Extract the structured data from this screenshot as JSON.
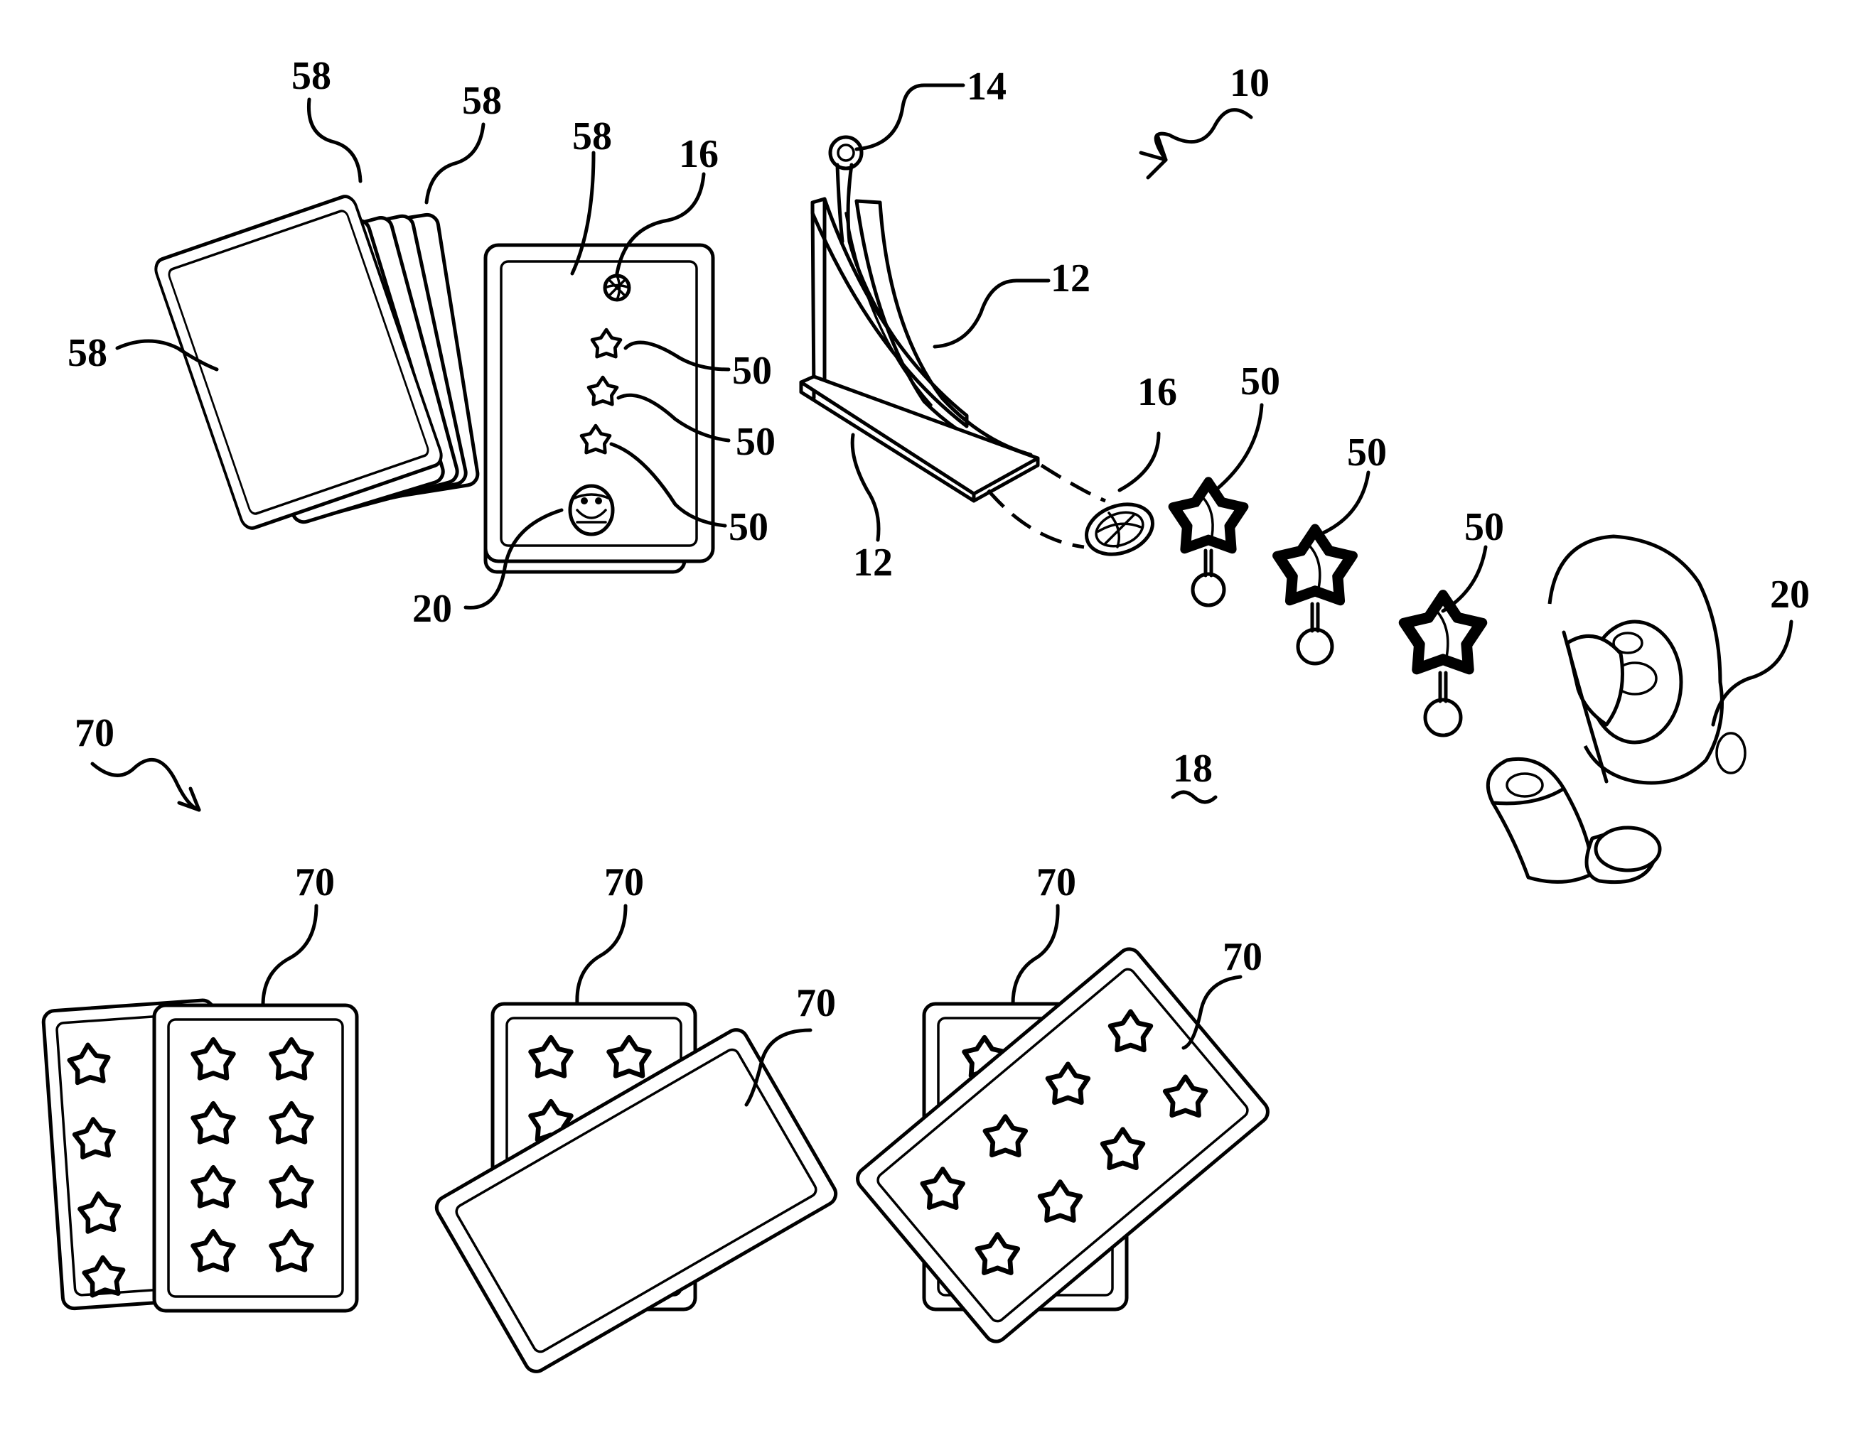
{
  "labels": {
    "ref_10": "10",
    "ref_12": "12",
    "ref_14": "14",
    "ref_16": "16",
    "ref_18": "18",
    "ref_20": "20",
    "ref_50": "50",
    "ref_58": "58",
    "ref_70": "70"
  },
  "colors": {
    "line": "#000000",
    "background": "#ffffff"
  }
}
